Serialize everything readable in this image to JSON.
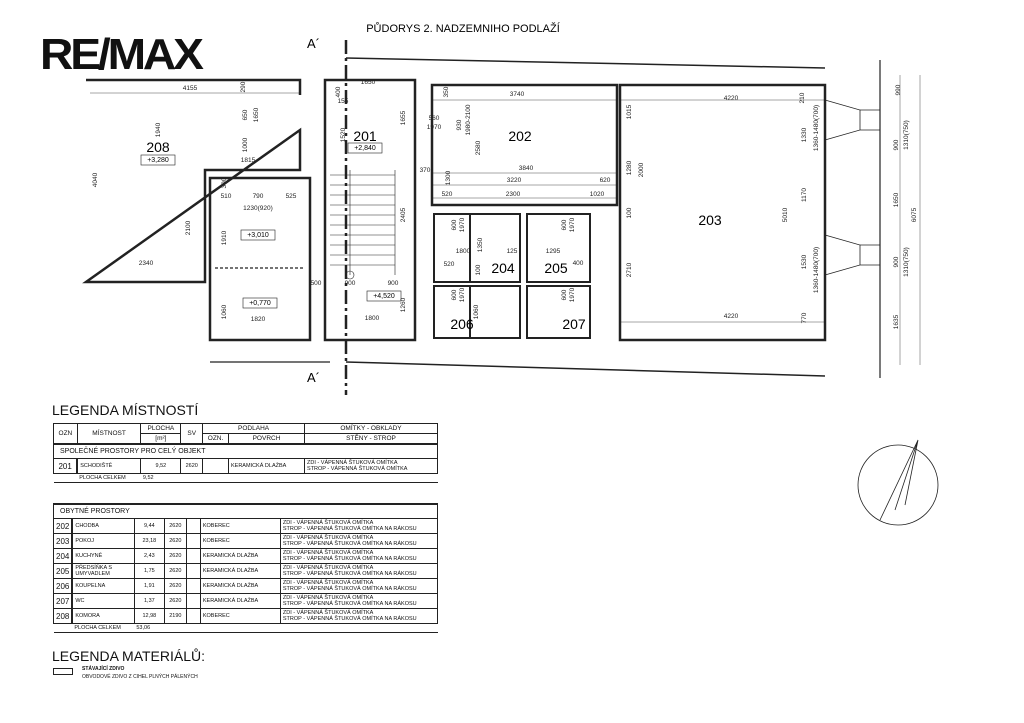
{
  "title": "PŮDORYS 2. NADZEMNIHO PODLAŽÍ",
  "logo": "RE/MAX",
  "section_mark": "A´",
  "rooms": {
    "r208": "208",
    "r201": "201",
    "r202": "202",
    "r203": "203",
    "r204": "204",
    "r205": "205",
    "r206": "206",
    "r207": "207"
  },
  "levels": [
    "+3,280",
    "+3,010",
    "+0,770",
    "+2,840",
    "+4,520"
  ],
  "dims": [
    "4155",
    "290",
    "650",
    "1650",
    "1940",
    "1815",
    "1000",
    "4040",
    "300",
    "510",
    "790",
    "525",
    "1230(920)",
    "1910",
    "2100",
    "2340",
    "500",
    "1060",
    "1820",
    "1650",
    "400",
    "155",
    "1520",
    "1655",
    "2405",
    "900",
    "900",
    "1800",
    "1260",
    "560",
    "1970",
    "930",
    "1980-2100",
    "350",
    "3740",
    "2580",
    "370",
    "3840",
    "1300",
    "3220",
    "620",
    "520",
    "2300",
    "1020",
    "1015",
    "1280",
    "2000",
    "100",
    "2710",
    "4220",
    "210",
    "1330",
    "1360-1480(700)",
    "5010",
    "1170",
    "1530",
    "1360-1480(700)",
    "4220",
    "770",
    "990",
    "900",
    "1310(750)",
    "1650",
    "6075",
    "900",
    "1310(750)",
    "1635",
    "600",
    "1970",
    "1350",
    "1800",
    "125",
    "1295",
    "520",
    "100",
    "400",
    "600",
    "1970",
    "600",
    "1970",
    "1060",
    "600",
    "1970"
  ],
  "legend_rooms": {
    "title": "LEGENDA MÍSTNOSTÍ",
    "headers": {
      "ozn": "OZN",
      "mistnost": "MÍSTNOST",
      "plocha": "PLOCHA",
      "unit": "[m²]",
      "sv": "SV",
      "podlaha": "PODLAHA",
      "p_ozn": "OZN.",
      "povrch": "POVRCH",
      "omitky": "OMÍTKY - OBKLADY",
      "steny": "STĚNY - STROP"
    },
    "common": {
      "label": "SPOLEČNÉ PROSTORY PRO CELÝ OBJEKT",
      "rows": [
        {
          "ozn": "201",
          "name": "SCHODIŠTĚ",
          "area": "9,52",
          "sv": "2620",
          "povrch": "KERAMICKÁ DLAŽBA",
          "walls": "ZDI - VÁPENNÁ ŠTUKOVÁ OMÍTKA",
          "ceiling": "STROP - VÁPENNÁ ŠTUKOVÁ OMÍTKA"
        }
      ],
      "total_label": "PLOCHA CELKEM",
      "total": "9,52"
    },
    "living": {
      "label": "OBYTNÉ PROSTORY",
      "rows": [
        {
          "ozn": "202",
          "name": "CHODBA",
          "area": "9,44",
          "sv": "2620",
          "povrch": "KOBEREC",
          "walls": "ZDI - VÁPENNÁ ŠTUKOVÁ OMÍTKA",
          "ceiling": "STROP - VÁPENNÁ ŠTUKOVÁ OMÍTKA NA RÁKOSU"
        },
        {
          "ozn": "203",
          "name": "POKOJ",
          "area": "23,18",
          "sv": "2620",
          "povrch": "KOBEREC",
          "walls": "ZDI - VÁPENNÁ ŠTUKOVÁ OMÍTKA",
          "ceiling": "STROP - VÁPENNÁ ŠTUKOVÁ OMÍTKA NA RÁKOSU"
        },
        {
          "ozn": "204",
          "name": "KUCHYNĚ",
          "area": "2,43",
          "sv": "2620",
          "povrch": "KERAMICKÁ DLAŽBA",
          "walls": "ZDI - VÁPENNÁ ŠTUKOVÁ OMÍTKA",
          "ceiling": "STROP - VÁPENNÁ ŠTUKOVÁ OMÍTKA NA RÁKOSU"
        },
        {
          "ozn": "205",
          "name": "PŘEDSÍŇKA S UMYVADLEM",
          "area": "1,75",
          "sv": "2620",
          "povrch": "KERAMICKÁ DLAŽBA",
          "walls": "ZDI - VÁPENNÁ ŠTUKOVÁ OMÍTKA",
          "ceiling": "STROP - VÁPENNÁ ŠTUKOVÁ OMÍTKA NA RÁKOSU"
        },
        {
          "ozn": "206",
          "name": "KOUPELNA",
          "area": "1,91",
          "sv": "2620",
          "povrch": "KERAMICKÁ DLAŽBA",
          "walls": "ZDI - VÁPENNÁ ŠTUKOVÁ OMÍTKA",
          "ceiling": "STROP - VÁPENNÁ ŠTUKOVÁ OMÍTKA NA RÁKOSU"
        },
        {
          "ozn": "207",
          "name": "WC",
          "area": "1,37",
          "sv": "2620",
          "povrch": "KERAMICKÁ DLAŽBA",
          "walls": "ZDI - VÁPENNÁ ŠTUKOVÁ OMÍTKA",
          "ceiling": "STROP - VÁPENNÁ ŠTUKOVÁ OMÍTKA NA RÁKOSU"
        },
        {
          "ozn": "208",
          "name": "KOMORA",
          "area": "12,98",
          "sv": "2190",
          "povrch": "KOBEREC",
          "walls": "ZDI - VÁPENNÁ ŠTUKOVÁ OMÍTKA",
          "ceiling": "STROP - VÁPENNÁ ŠTUKOVÁ OMÍTKA NA RÁKOSU"
        }
      ],
      "total_label": "PLOCHA CELKEM",
      "total": "53,06"
    }
  },
  "legend_materials": {
    "title": "LEGENDA MATERIÁLŮ:",
    "item_title": "STÁVAJÍCÍ ZDIVO",
    "item_desc": "OBVODOVÉ ZDIVO Z CIHEL PLNÝCH PÁLENÝCH"
  }
}
